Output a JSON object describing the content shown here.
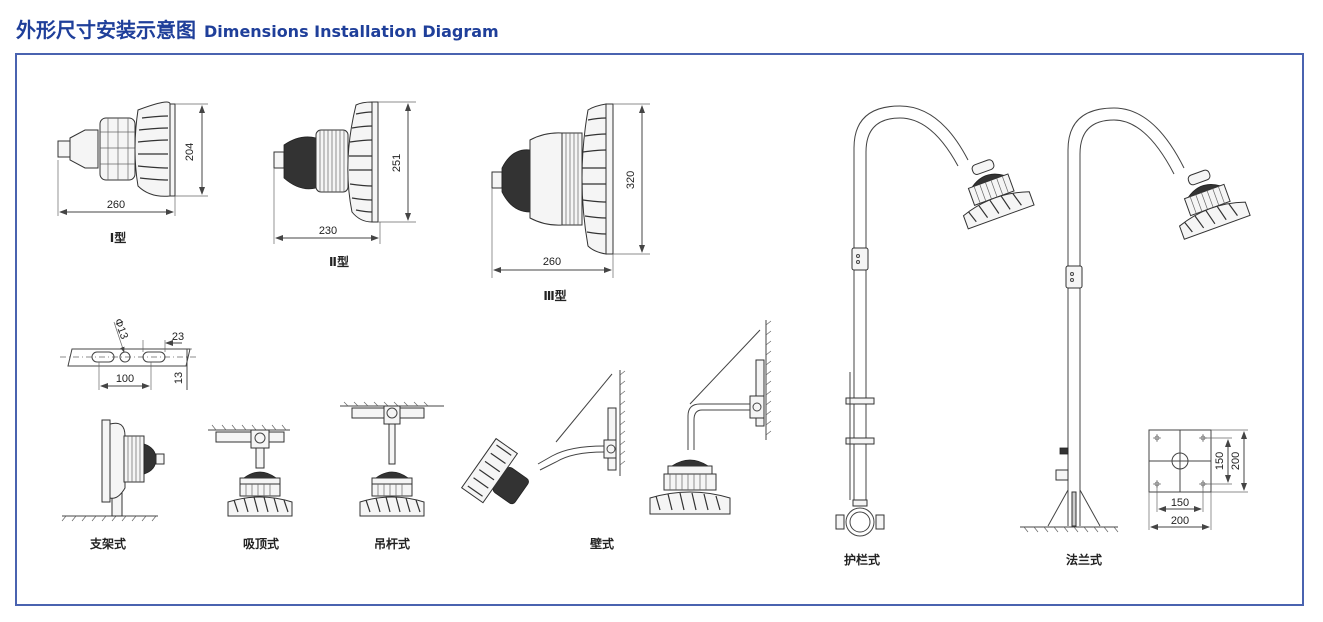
{
  "header": {
    "title_zh": "外形尺寸安装示意图",
    "title_en": "Dimensions Installation Diagram"
  },
  "colors": {
    "title": "#1f3f9a",
    "frame_border": "#4a63b0",
    "line": "#444444"
  },
  "models": [
    {
      "label": "Ⅰ型",
      "width_mm": "260",
      "height_mm": "204"
    },
    {
      "label": "Ⅱ型",
      "width_mm": "230",
      "height_mm": "251"
    },
    {
      "label": "Ⅲ型",
      "width_mm": "260",
      "height_mm": "320"
    }
  ],
  "bracket_detail": {
    "hole_diameter": "Φ13",
    "slot_offset": "23",
    "hole_spacing": "100",
    "slot_width": "13"
  },
  "mounting_methods": [
    {
      "label": "支架式"
    },
    {
      "label": "吸顶式"
    },
    {
      "label": "吊杆式"
    },
    {
      "label": "壁式"
    },
    {
      "label": "护栏式"
    },
    {
      "label": "法兰式"
    }
  ],
  "flange_detail": {
    "bolt_spacing_h": "150",
    "plate_width": "200",
    "bolt_spacing_v": "150",
    "plate_height": "200"
  }
}
